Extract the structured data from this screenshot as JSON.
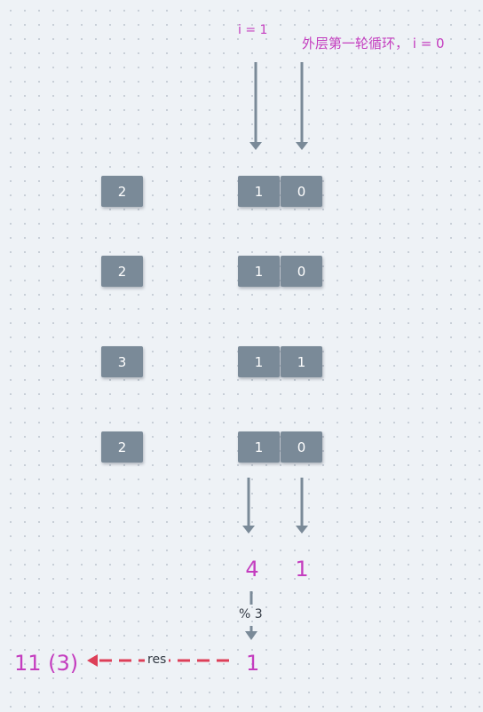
{
  "header": {
    "inner_label": "i = 1",
    "outer_label": "外层第一轮循环， i = 0"
  },
  "rows": [
    {
      "left": "2",
      "bit_i1": "1",
      "bit_i0": "0"
    },
    {
      "left": "2",
      "bit_i1": "1",
      "bit_i0": "0"
    },
    {
      "left": "3",
      "bit_i1": "1",
      "bit_i0": "1"
    },
    {
      "left": "2",
      "bit_i1": "1",
      "bit_i0": "0"
    }
  ],
  "sums": {
    "col_i1": "4",
    "col_i0": "1"
  },
  "mod": {
    "label": "% 3"
  },
  "result": {
    "value": "1",
    "arrow_label": "res",
    "final": "11 (3)"
  },
  "colors": {
    "box": "#7a8a98",
    "arrow": "#7a8a98",
    "accent": "#c43dbf",
    "res_arrow": "#dd3f58",
    "background": "#eef2f6"
  }
}
